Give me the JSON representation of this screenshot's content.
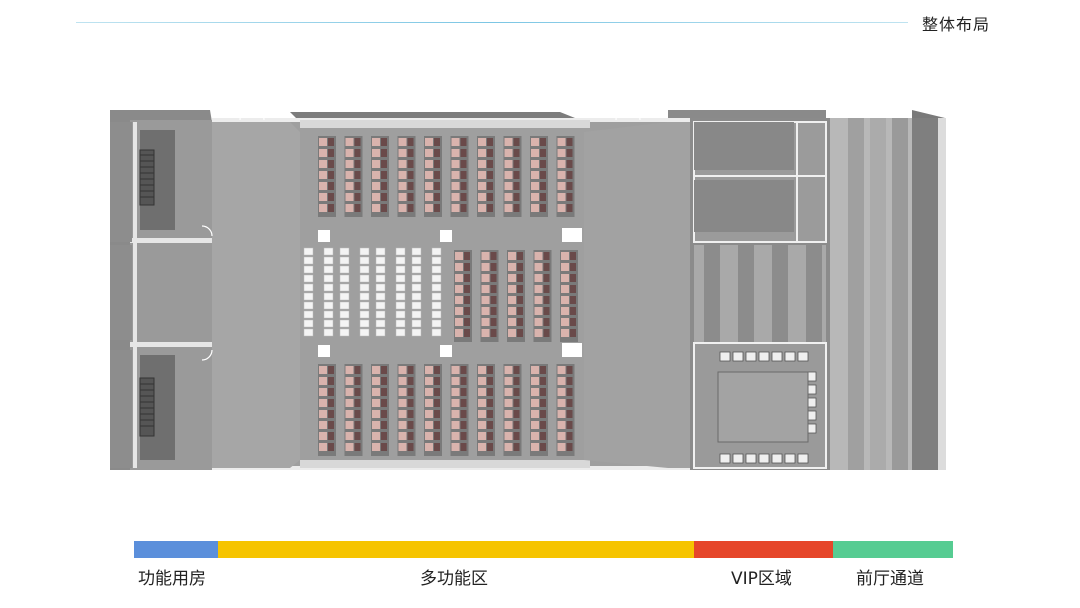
{
  "header": {
    "title": "整体布局"
  },
  "legend": {
    "zones": [
      {
        "label": "功能用房",
        "color": "#5b8fdb"
      },
      {
        "label": "多功能区",
        "color": "#f6c400"
      },
      {
        "label": "VIP区域",
        "color": "#e6462a"
      },
      {
        "label": "前厅通道",
        "color": "#56cc92"
      }
    ]
  },
  "plan": {
    "floor_color": "#9e9e9e",
    "wall_color": "#7d7d7d",
    "light_wall_color": "#e9e9e9",
    "chair_color": "#d9b3ad",
    "desk_color": "#6a4a4a",
    "white_chair_color": "#f4f4f4"
  }
}
